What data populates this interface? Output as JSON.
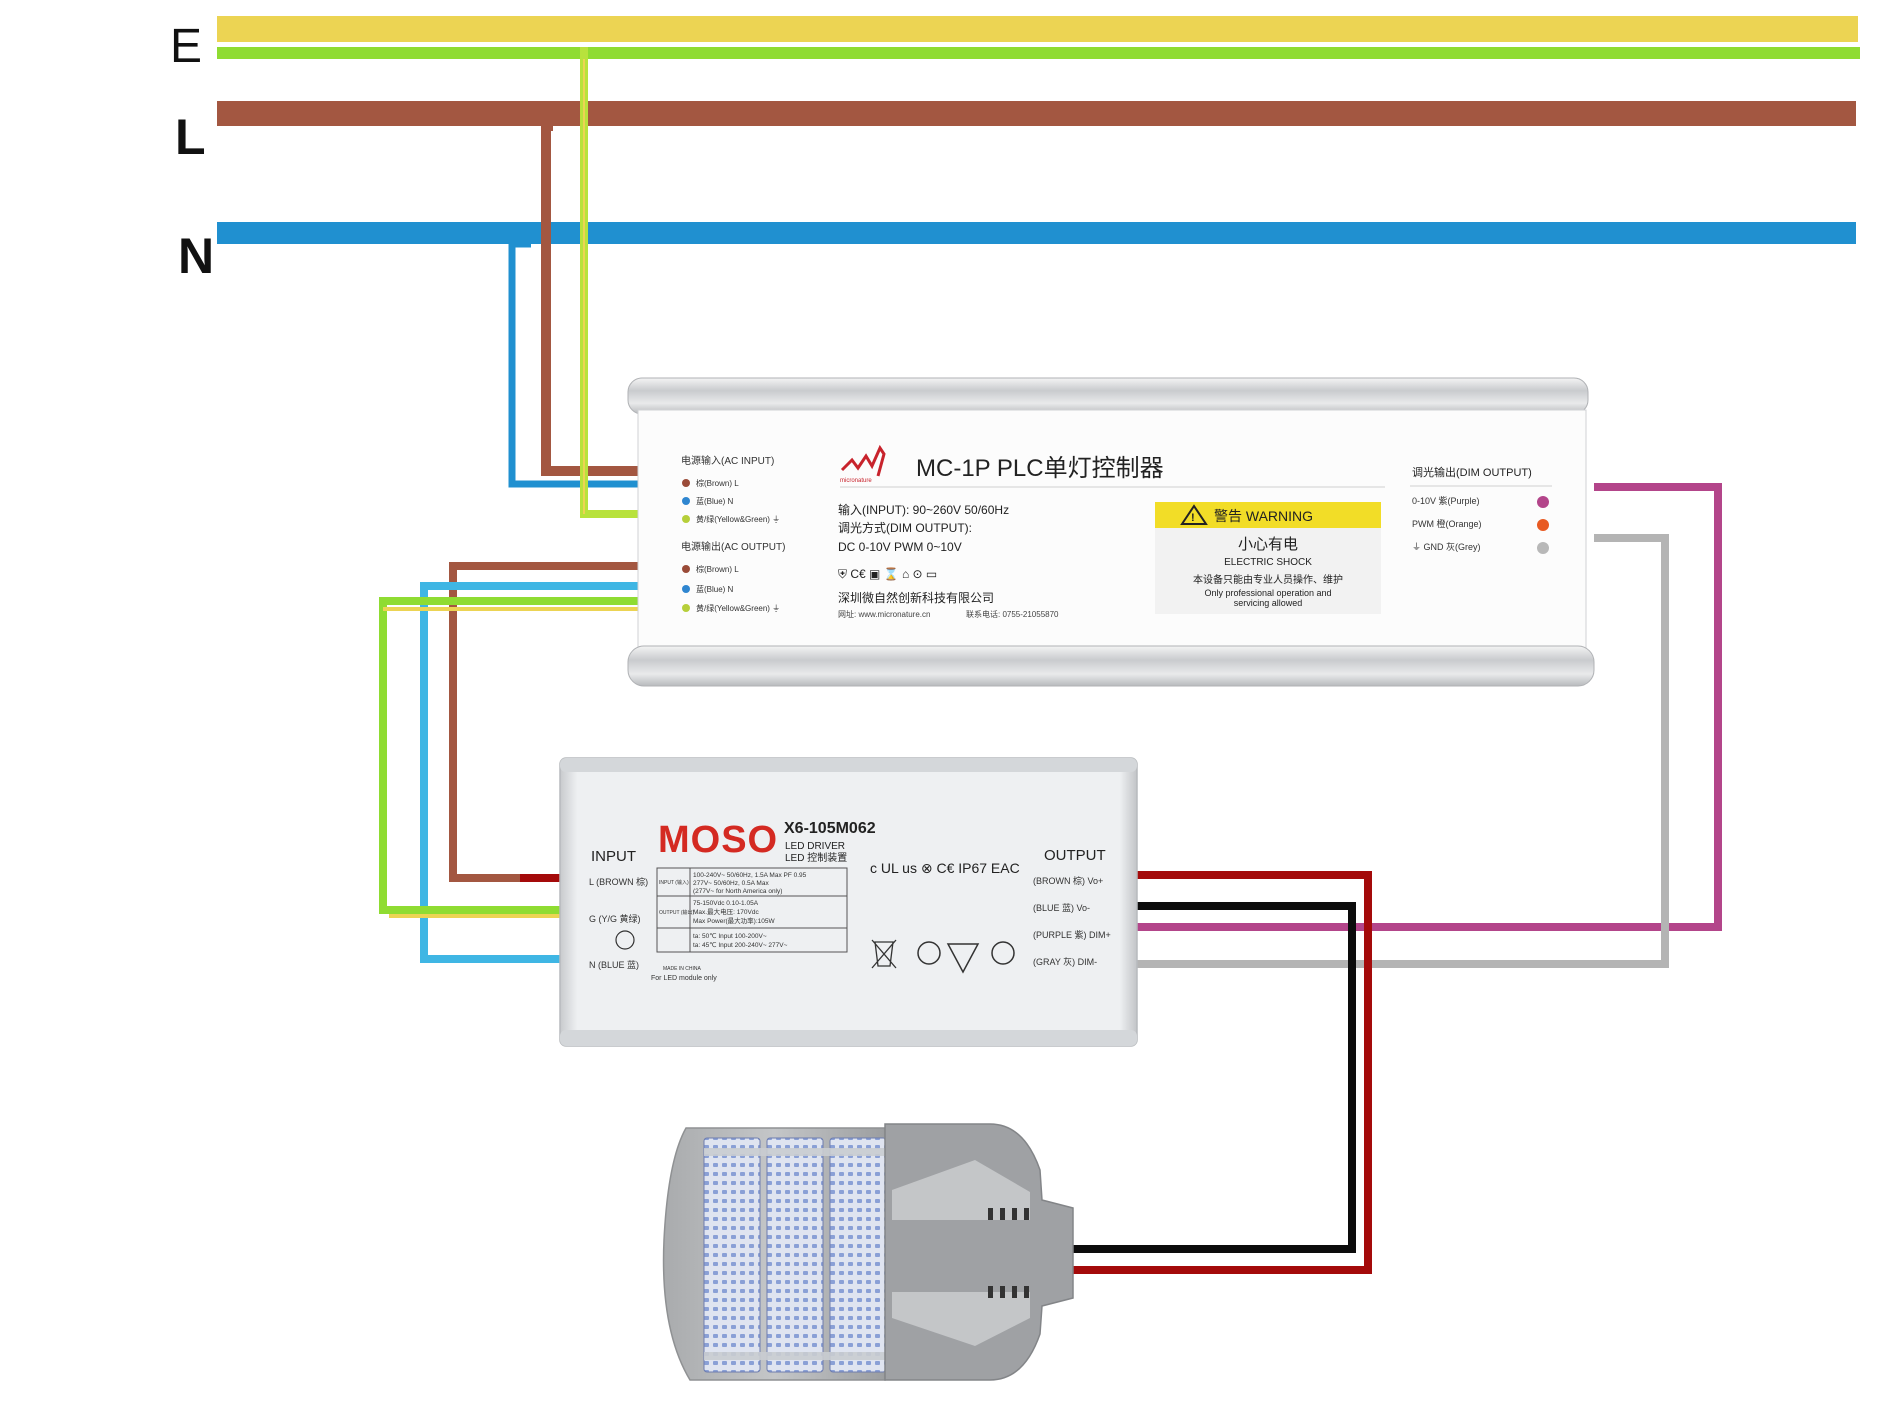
{
  "bus_labels": {
    "earth": "E",
    "live": "L",
    "neutral": "N"
  },
  "wire_colors": {
    "earth_yellow": "#ecd453",
    "earth_green": "#8fdc32",
    "live": "#a35741",
    "neutral": "#2090d0",
    "neutral_light": "#3fb6e4",
    "purple": "#b3458a",
    "grey": "#b4b4b4",
    "red": "#a40a0a",
    "black": "#0c0c0c"
  },
  "controller": {
    "brand_mark": "micronature",
    "title": "MC-1P PLC单灯控制器",
    "ac_input_header": "电源输入(AC INPUT)",
    "ac_input_pins": [
      {
        "label": "棕(Brown)  L",
        "color": "#9a4b38"
      },
      {
        "label": "蓝(Blue)  N",
        "color": "#2f86d0"
      },
      {
        "label": "黄/绿(Yellow&Green)  ⏚",
        "color": "#b6cf3a"
      }
    ],
    "ac_output_header": "电源输出(AC OUTPUT)",
    "ac_output_pins": [
      {
        "label": "棕(Brown)  L",
        "color": "#9a4b38"
      },
      {
        "label": "蓝(Blue)  N",
        "color": "#2f86d0"
      },
      {
        "label": "黄/绿(Yellow&Green)  ⏚",
        "color": "#b6cf3a"
      }
    ],
    "spec_input": "输入(INPUT): 90~260V    50/60Hz",
    "spec_dim_mode": "调光方式(DIM OUTPUT):",
    "spec_dim_values": "DC 0-10V   PWM 0~10V",
    "cert_marks": "⛨  C€  ▣   ⌛   ⌂   ⊙   ▭",
    "company": "深圳微自然创新科技有限公司",
    "website": "网址:  www.micronature.cn",
    "phone": "联系电话:  0755-21055870",
    "warning_title": "警告 WARNING",
    "warning_cn": "小心有电",
    "warning_en": "ELECTRIC SHOCK",
    "warning_note_cn": "本设备只能由专业人员操作、维护",
    "warning_note_en1": "Only professional operation and",
    "warning_note_en2": "servicing allowed",
    "dim_output_header": "调光输出(DIM OUTPUT)",
    "dim_pins": [
      {
        "label": "0-10V    紫(Purple)",
        "color": "#b3458a"
      },
      {
        "label": "PWM     橙(Orange)",
        "color": "#e85a22"
      },
      {
        "label": "⏚  GND     灰(Grey)",
        "color": "#b8b8b8"
      }
    ]
  },
  "driver": {
    "brand": "MOSO",
    "model": "X6-105M062",
    "type_en": "LED DRIVER",
    "type_cn": "LED 控制装置",
    "input_header": "INPUT",
    "output_header": "OUTPUT",
    "input_pins": [
      "L  (BROWN 棕)",
      "G (Y/G 黄绿)",
      "N  (BLUE 蓝)"
    ],
    "output_pins": [
      "(BROWN 棕)  Vo+",
      "(BLUE 蓝)   Vo-",
      "(PURPLE 紫)  DIM+",
      "(GRAY 灰)   DIM-"
    ],
    "spec_input_label": "INPUT (输入)",
    "spec_input_lines": [
      "100-240V~ 50/60Hz, 1.5A Max PF 0.95",
      "277V~     50/60Hz, 0.5A Max",
      "(277V~ for North America only)"
    ],
    "spec_output_label": "OUTPUT (输出)",
    "spec_output_lines": [
      "75-150Vdc  0.10-1.05A",
      "Max.最大电压: 170Vdc",
      "Max Power(最大功率):105W"
    ],
    "spec_temp_lines": [
      "ta: 50℃ Input 100-200V~",
      "ta: 45℃ Input 200-240V~ 277V~"
    ],
    "made_in": "MADE IN CHINA",
    "for_led": "For LED module only",
    "cert_marks": "c UL us   ⊗   C€   IP67   EAC"
  },
  "lamp": {
    "type": "led-street-light"
  }
}
